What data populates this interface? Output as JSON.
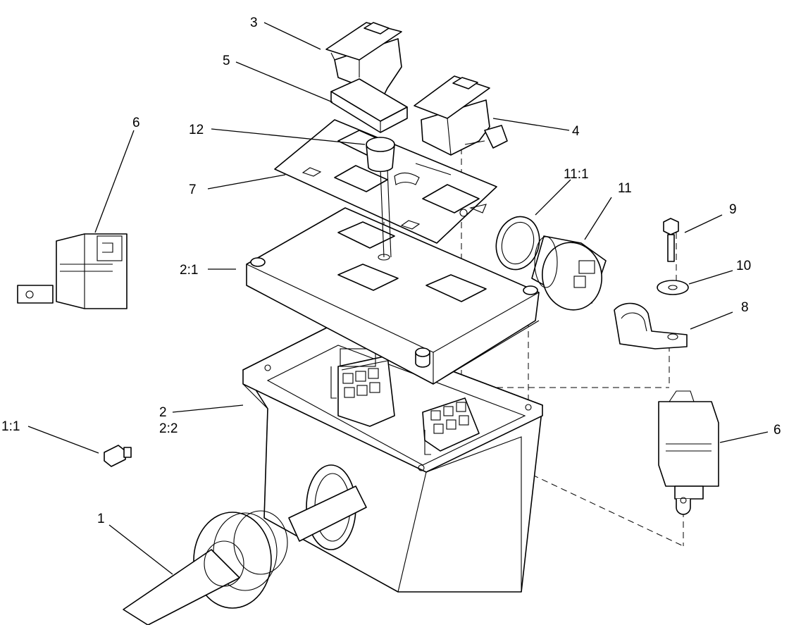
{
  "callouts": {
    "c1": "1",
    "c1_1": "1:1",
    "c2": "2",
    "c2_1": "2:1",
    "c2_2": "2:2",
    "c3": "3",
    "c4": "4",
    "c5": "5",
    "c6_left": "6",
    "c6_right": "6",
    "c7": "7",
    "c8": "8",
    "c9": "9",
    "c10": "10",
    "c11": "11",
    "c11_1": "11:1",
    "c12": "12"
  }
}
